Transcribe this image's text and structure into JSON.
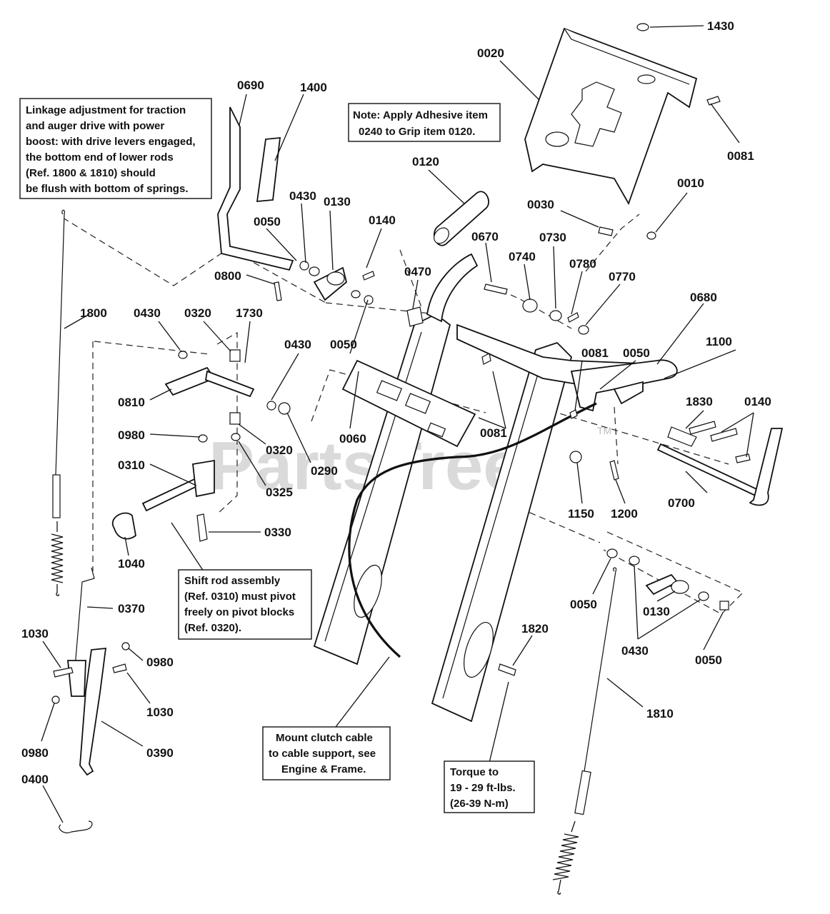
{
  "watermark": "PartsTree",
  "trademark": "TM",
  "notes": {
    "linkage": [
      "Linkage adjustment for traction",
      "and auger drive with power",
      "boost: with drive levers engaged,",
      "the bottom end of lower rods",
      "(Ref. 1800 & 1810) should",
      "be flush with bottom of springs."
    ],
    "adhesive": [
      "Note: Apply Adhesive item",
      "0240 to Grip item 0120."
    ],
    "shift_rod": [
      "Shift rod assembly",
      "(Ref. 0310) must pivot",
      "freely on pivot blocks",
      "(Ref. 0320)."
    ],
    "clutch_cable": [
      "Mount clutch cable",
      "to cable support, see",
      "Engine & Frame."
    ],
    "torque": [
      "Torque to",
      "19 - 29 ft-lbs.",
      "(26-39 N-m)"
    ]
  },
  "callouts": [
    "1430",
    "0020",
    "0081",
    "0010",
    "0030",
    "0690",
    "1400",
    "0120",
    "0430",
    "0130",
    "0050",
    "0140",
    "0800",
    "0670",
    "0740",
    "0730",
    "0780",
    "0770",
    "0470",
    "0680",
    "1100",
    "0081",
    "0050",
    "1800",
    "0430",
    "0320",
    "1730",
    "0430",
    "0050",
    "0810",
    "0060",
    "0081",
    "0980",
    "0320",
    "0290",
    "0325",
    "0310",
    "1830",
    "0140",
    "1150",
    "1200",
    "0700",
    "0330",
    "1040",
    "0050",
    "0130",
    "0430",
    "0050",
    "0370",
    "1030",
    "0980",
    "1030",
    "1820",
    "0980",
    "0390",
    "1810",
    "0400"
  ]
}
